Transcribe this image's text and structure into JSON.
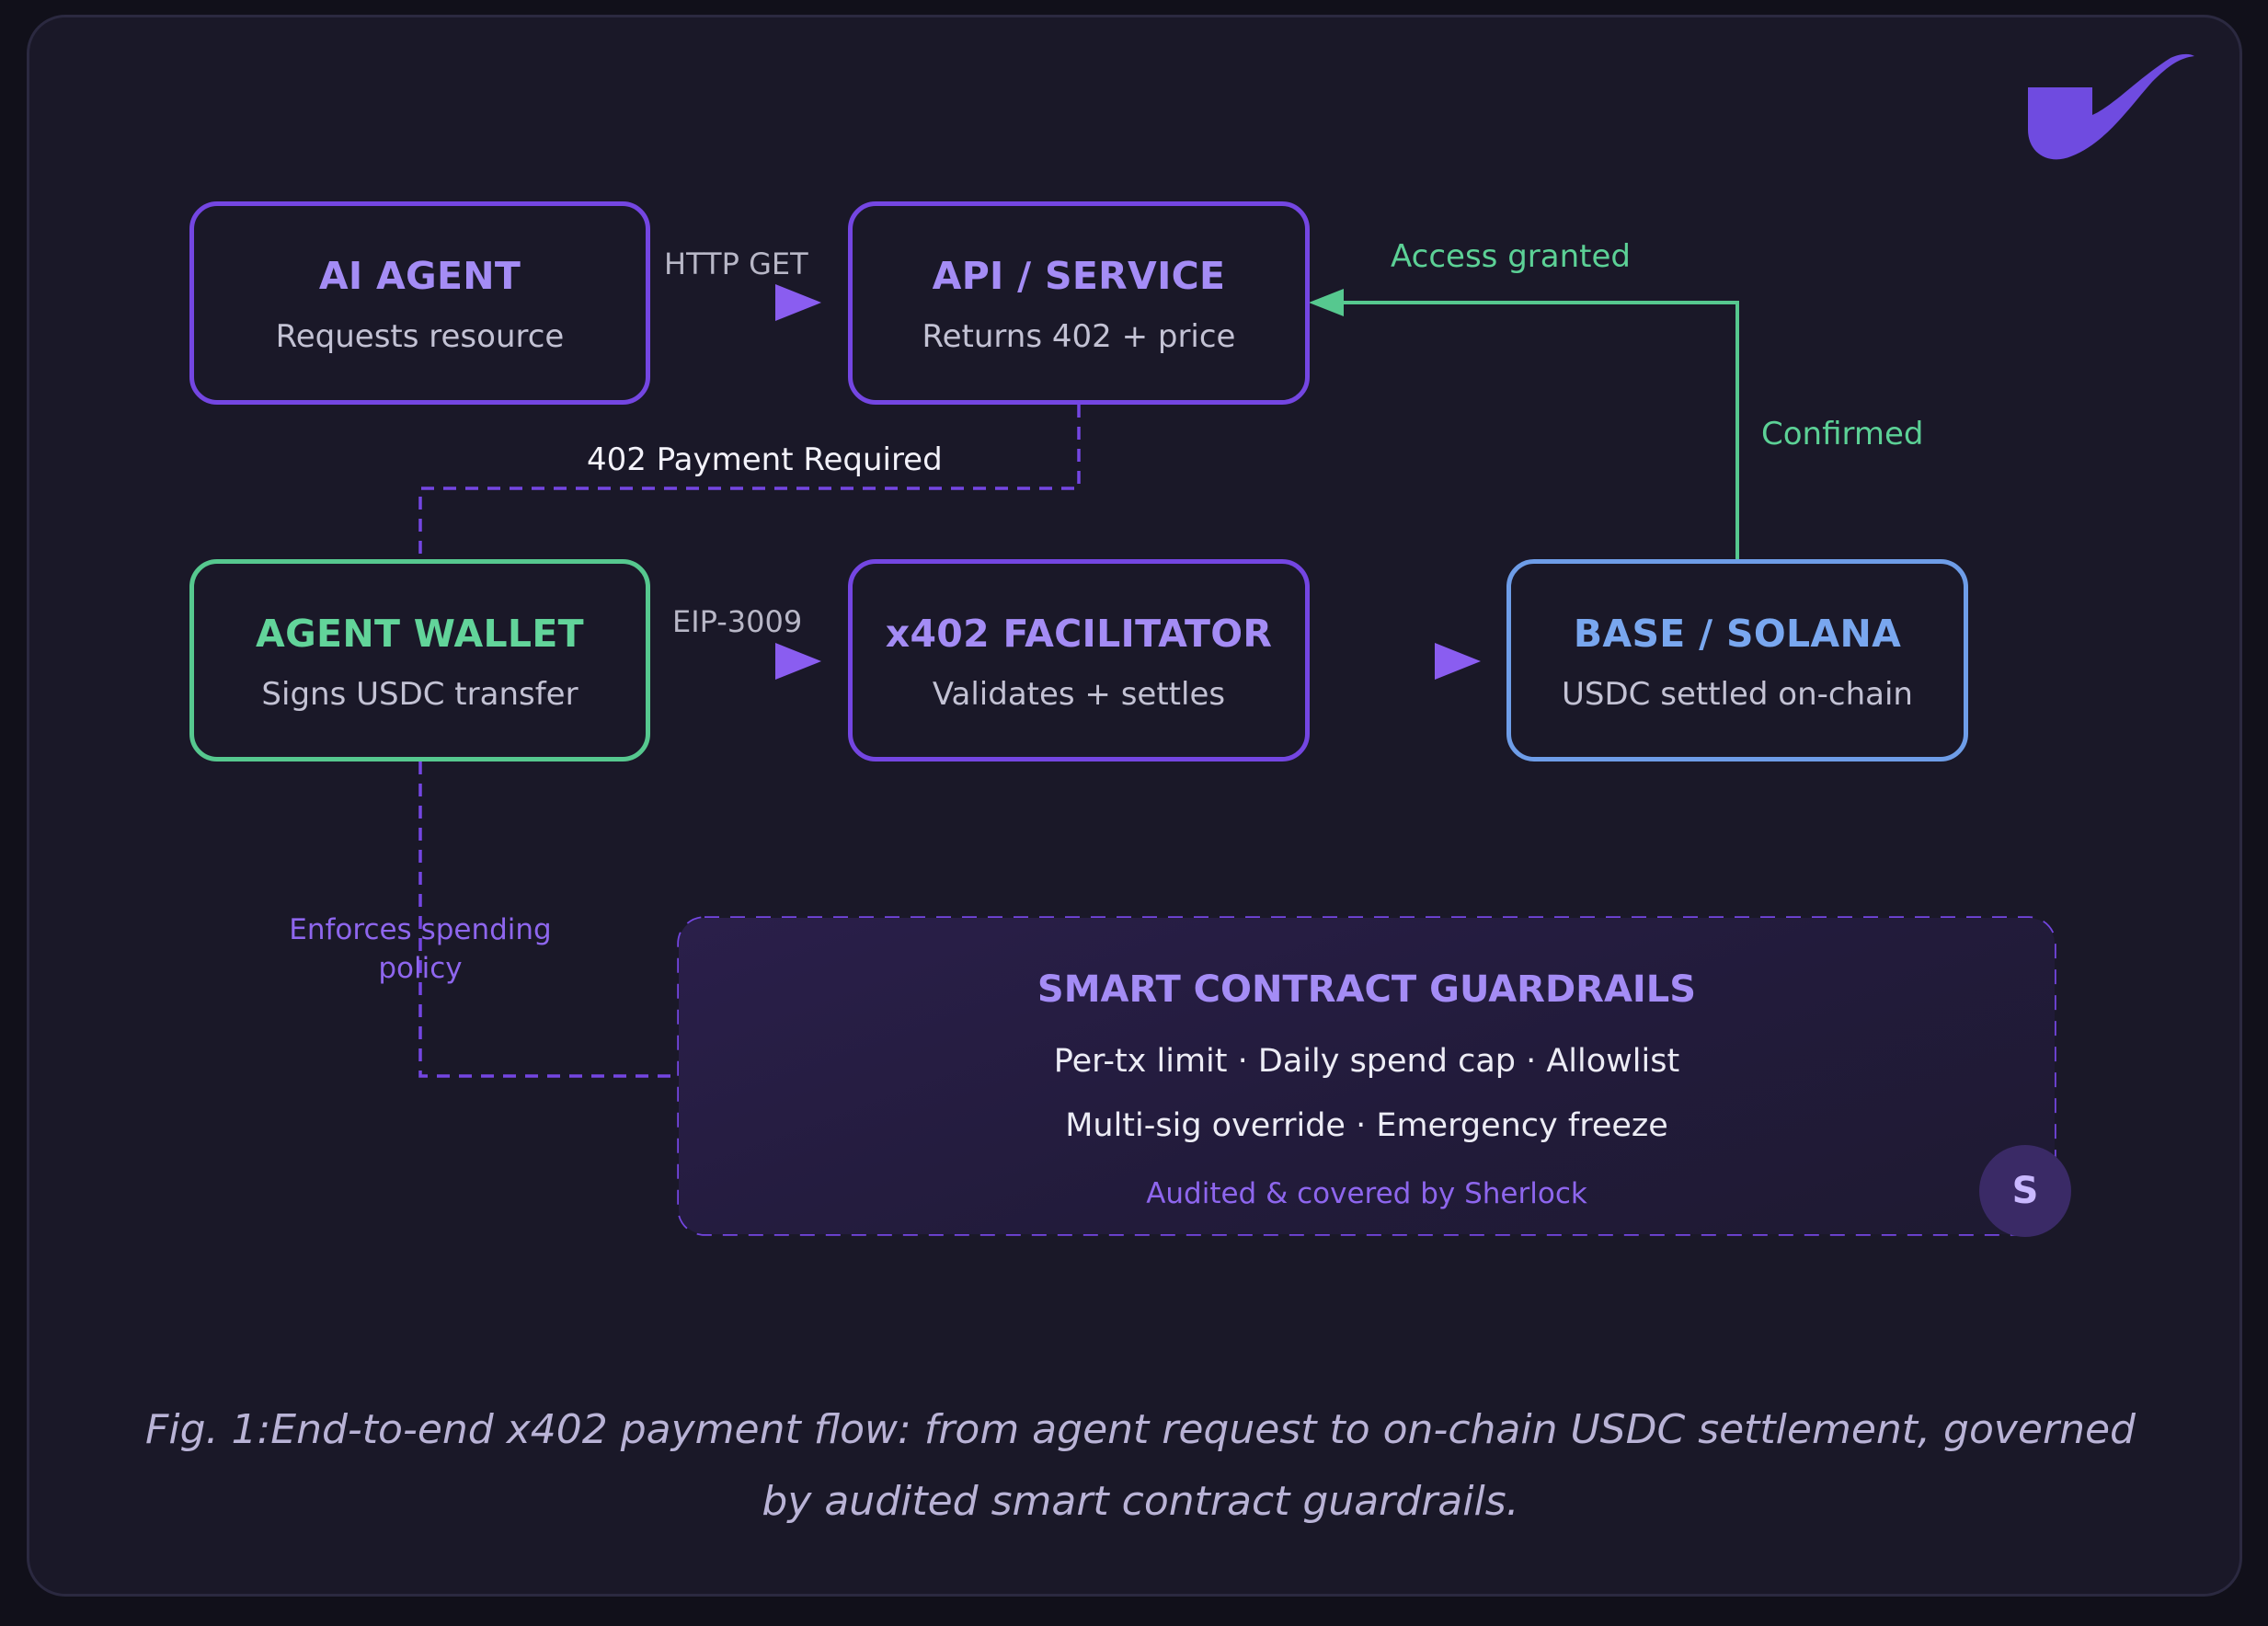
{
  "nodes": {
    "ai_agent": {
      "title": "AI AGENT",
      "subtitle": "Requests resource"
    },
    "api_service": {
      "title": "API / SERVICE",
      "subtitle": "Returns 402 + price"
    },
    "agent_wallet": {
      "title": "AGENT WALLET",
      "subtitle": "Signs USDC transfer"
    },
    "facilitator": {
      "title": "x402 FACILITATOR",
      "subtitle": "Validates + settles"
    },
    "chain": {
      "title": "BASE / SOLANA",
      "subtitle": "USDC settled on-chain"
    }
  },
  "edges": {
    "http_get": "HTTP GET",
    "payment_required": "402 Payment Required",
    "eip": "EIP-3009",
    "access_granted": "Access granted",
    "confirmed": "Confirmed",
    "enforces_line1": "Enforces spending",
    "enforces_line2": "policy"
  },
  "guardrails": {
    "title": "SMART CONTRACT GUARDRAILS",
    "line1": "Per-tx limit · Daily spend cap · Allowlist",
    "line2": "Multi-sig override · Emergency freeze",
    "note": "Audited & covered by Sherlock",
    "badge": "S"
  },
  "caption": "Fig. 1:End-to-end x402 payment flow: from agent request to on-chain USDC settlement, governed by audited smart contract guardrails.",
  "icons": {
    "logo": "pipe-logo-icon"
  },
  "colors": {
    "purple": "#7446e2",
    "green": "#56c88f",
    "blue": "#6e9de8",
    "background": "#1a1828"
  }
}
